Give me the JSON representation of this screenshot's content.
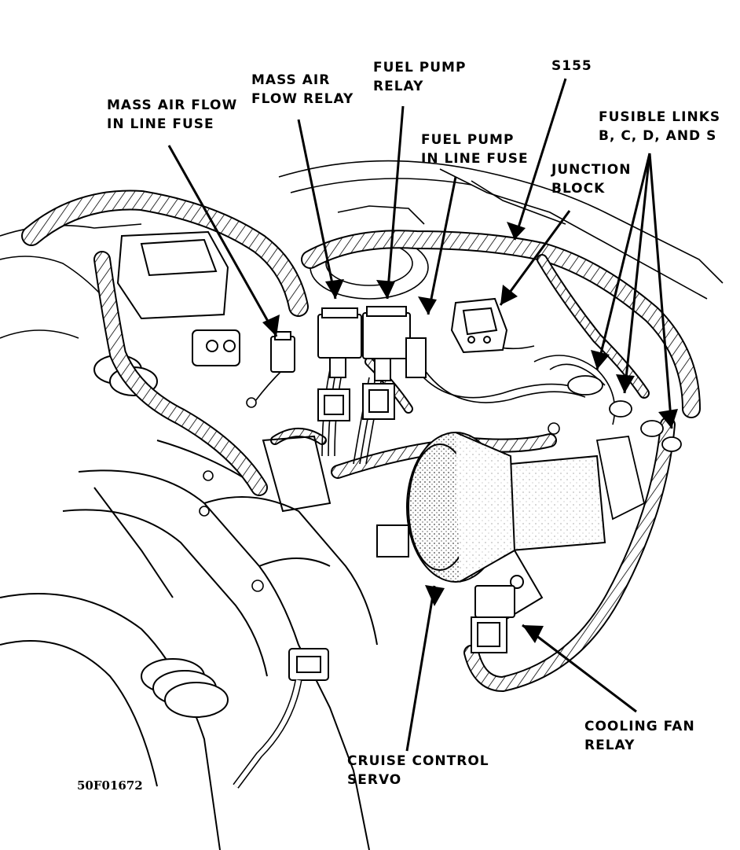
{
  "labels": {
    "mass_air_flow_in_line_fuse": [
      "MASS AIR FLOW",
      "IN LINE FUSE"
    ],
    "mass_air_flow_relay": [
      "MASS AIR",
      "FLOW RELAY"
    ],
    "fuel_pump_relay": [
      "FUEL PUMP",
      "RELAY"
    ],
    "s155": [
      "S155"
    ],
    "fuel_pump_in_line_fuse": [
      "FUEL PUMP",
      "IN LINE FUSE"
    ],
    "junction_block": [
      "JUNCTION",
      "BLOCK"
    ],
    "fusible_links": [
      "FUSIBLE LINKS",
      "B, C, D, AND S"
    ],
    "cooling_fan_relay": [
      "COOLING FAN",
      "RELAY"
    ],
    "cruise_control_servo": [
      "CRUISE CONTROL",
      "SERVO"
    ]
  },
  "figure_code": "50F01672"
}
